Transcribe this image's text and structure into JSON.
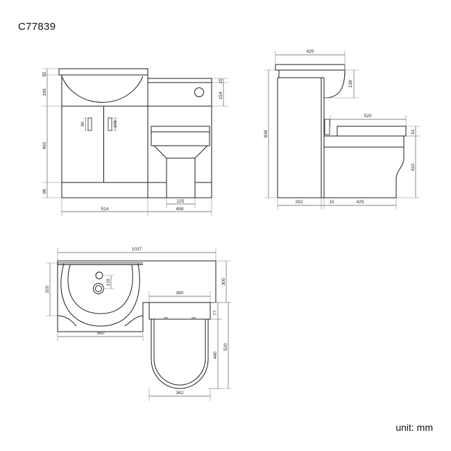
{
  "drawing": {
    "title": "C77839",
    "unit_note": "unit: mm",
    "views": {
      "front_elevation": {
        "name": "front-elevation",
        "dimensions": {
          "left_top_counter": "55",
          "left_basin_height": "186",
          "left_door_height": "492",
          "left_plinth_height": "98",
          "right_top_counter": "15",
          "right_cistern_height": "154",
          "handle_left": "96",
          "handle_right": "108",
          "toilet_pan_width": "225",
          "vanity_width": "514",
          "wc_unit_width": "498"
        }
      },
      "side_elevation": {
        "name": "side-elevation",
        "dimensions": {
          "top_depth": "425",
          "basin_drop": "138",
          "overall_height": "838",
          "seat_depth": "520",
          "seat_thickness": "51",
          "pan_height": "410",
          "cabinet_depth": "282",
          "gap": "15",
          "wc_depth": "425"
        }
      },
      "plan_view": {
        "name": "plan-view",
        "dimensions": {
          "overall_width": "1037",
          "basin_depth": "320",
          "unit_depth": "300",
          "tap_hole_spacing": "130",
          "cistern_width": "360",
          "basin_width": "560",
          "seat_front_offset": "77",
          "pan_length": "440",
          "total_length": "520",
          "pan_width": "362"
        }
      }
    }
  }
}
